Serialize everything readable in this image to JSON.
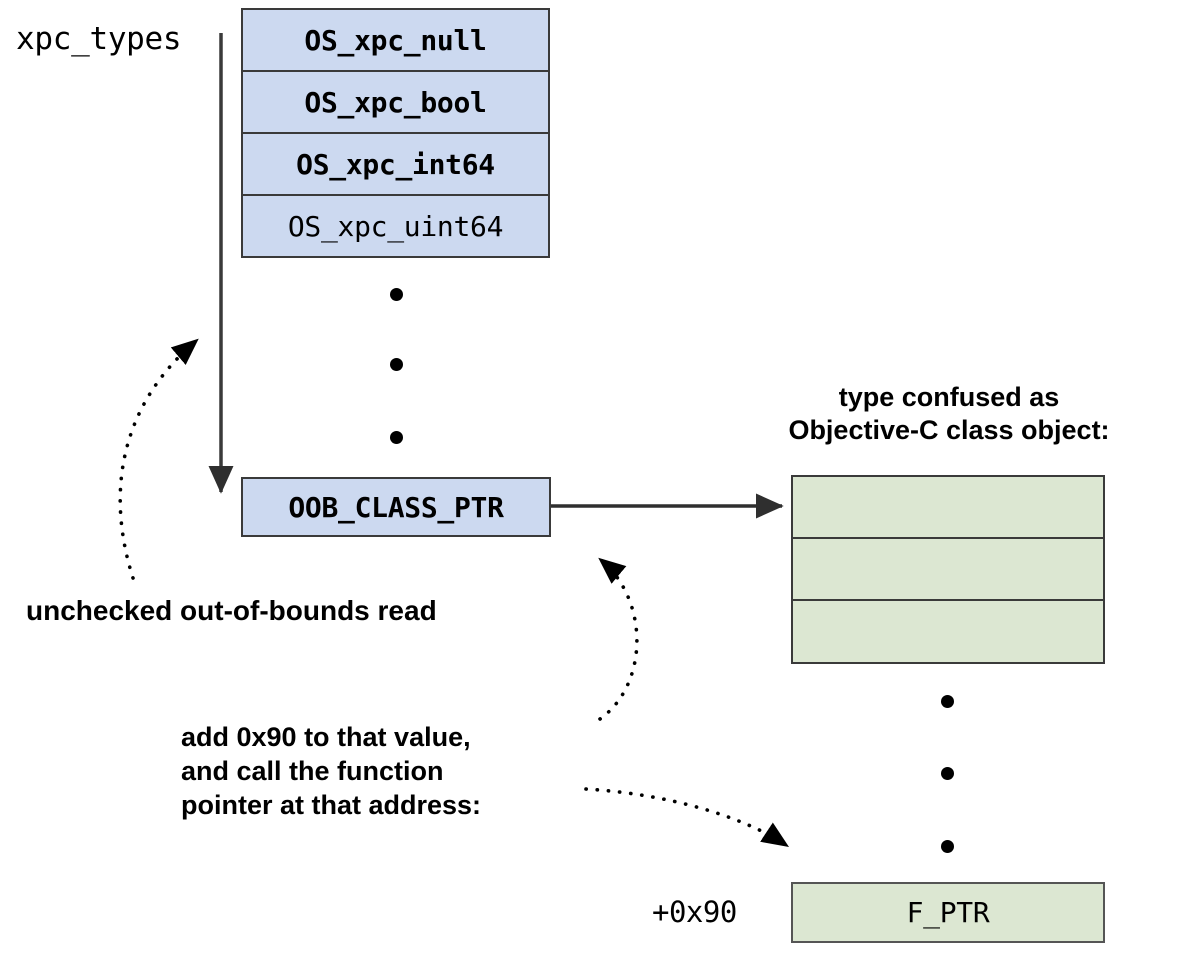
{
  "diagram": {
    "title": "xpc_types out-of-bounds read type confusion",
    "colors": {
      "blue_fill": "#ccd9f0",
      "green_fill": "#dce7d2",
      "stroke": "#3a3a3a",
      "text": "#000000",
      "background": "#ffffff"
    },
    "array_label": "xpc_types",
    "xpc_type_rows": [
      {
        "label": "OS_xpc_null",
        "bold": true
      },
      {
        "label": "OS_xpc_bool",
        "bold": true
      },
      {
        "label": "OS_xpc_int64",
        "bold": true
      },
      {
        "label": "OS_xpc_uint64",
        "bold": false
      }
    ],
    "oob_entry_label": "OOB_CLASS_PTR",
    "class_object_caption_line1": "type confused as",
    "class_object_caption_line2": "Objective-C class object:",
    "class_object_cells": [
      "",
      "",
      ""
    ],
    "oob_read_caption": "unchecked out-of-bounds read",
    "add_offset_caption_line1": "add 0x90 to that value,",
    "add_offset_caption_line2": "and call the function",
    "add_offset_caption_line3": "pointer at that address:",
    "offset_label": "+0x90",
    "f_ptr_label": "F_PTR",
    "ellipsis_left": [
      "•",
      "•",
      "•"
    ],
    "ellipsis_right": [
      "•",
      "•",
      "•"
    ]
  }
}
